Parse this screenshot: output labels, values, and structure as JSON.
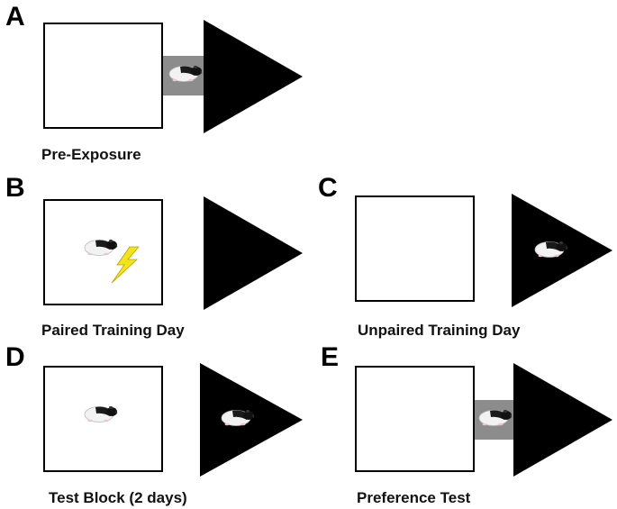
{
  "panels": {
    "a": {
      "letter": "A",
      "caption": "Pre-Exposure"
    },
    "b": {
      "letter": "B",
      "caption": "Paired Training Day"
    },
    "c": {
      "letter": "C",
      "caption": "Unpaired Training Day"
    },
    "d": {
      "letter": "D",
      "caption": "Test Block (2 days)"
    },
    "e": {
      "letter": "E",
      "caption": "Preference Test"
    }
  },
  "colors": {
    "triangle": "#000000",
    "corridor": "#8c8c8c",
    "chamber_border": "#000000",
    "shock": "#f4e21a"
  },
  "icons": {
    "animal": "rat-icon",
    "shock": "lightning-bolt-icon"
  }
}
